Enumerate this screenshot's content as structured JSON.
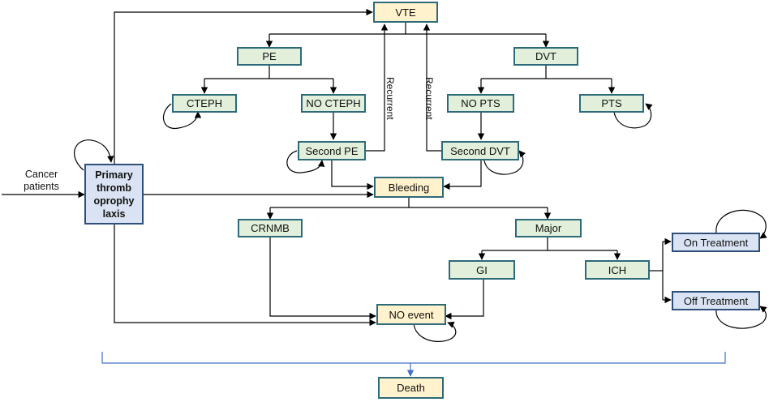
{
  "nodes": {
    "vte": "VTE",
    "pe": "PE",
    "dvt": "DVT",
    "cteph": "CTEPH",
    "no_cteph": "NO CTEPH",
    "no_pts": "NO PTS",
    "pts": "PTS",
    "second_pe": "Second PE",
    "second_dvt": "Second DVT",
    "bleeding": "Bleeding",
    "primary": "Primary thromb oprophy laxis",
    "crnmb": "CRNMB",
    "major": "Major",
    "gi": "GI",
    "ich": "ICH",
    "on_treatment": "On Treatment",
    "off_treatment": "Off Treatment",
    "no_event": "NO event",
    "death": "Death"
  },
  "labels": {
    "cancer_patients": "Cancer patients",
    "recurrent_pe": "Recurrent",
    "recurrent_dvt": "Recurrent"
  },
  "colors": {
    "state_fill": "#e2efda",
    "event_fill": "#fff2cc",
    "entry_fill": "#dae3f3",
    "border": "#2e6b7a",
    "death_bracket": "#4472c4"
  }
}
